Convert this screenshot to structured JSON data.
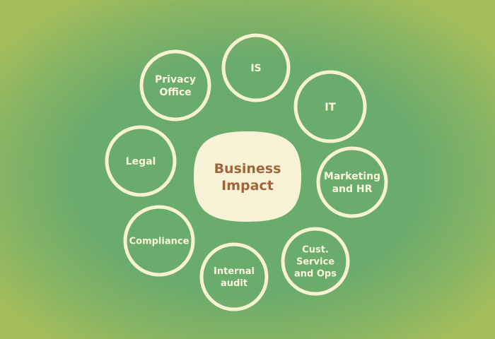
{
  "colors": {
    "bg_inner": "#6aab6e",
    "bg_outer": "#a3bd5c",
    "ring": "#f7f2cf",
    "center_fill": "#f8f3d6",
    "center_text": "#a0653a",
    "node_text": "#fbf6dc"
  },
  "center": {
    "lines": [
      "Business",
      "Impact"
    ]
  },
  "nodes": [
    {
      "id": "is",
      "lines": [
        "IS"
      ]
    },
    {
      "id": "it",
      "lines": [
        "IT"
      ]
    },
    {
      "id": "marketing-hr",
      "lines": [
        "Marketing",
        "and HR"
      ]
    },
    {
      "id": "cust-service-ops",
      "lines": [
        "Cust.",
        "Service",
        "and Ops"
      ]
    },
    {
      "id": "internal-audit",
      "lines": [
        "Internal",
        "audit"
      ]
    },
    {
      "id": "compliance",
      "lines": [
        "Compliance"
      ]
    },
    {
      "id": "legal",
      "lines": [
        "Legal"
      ]
    },
    {
      "id": "privacy-office",
      "lines": [
        "Privacy",
        "Office"
      ]
    }
  ]
}
